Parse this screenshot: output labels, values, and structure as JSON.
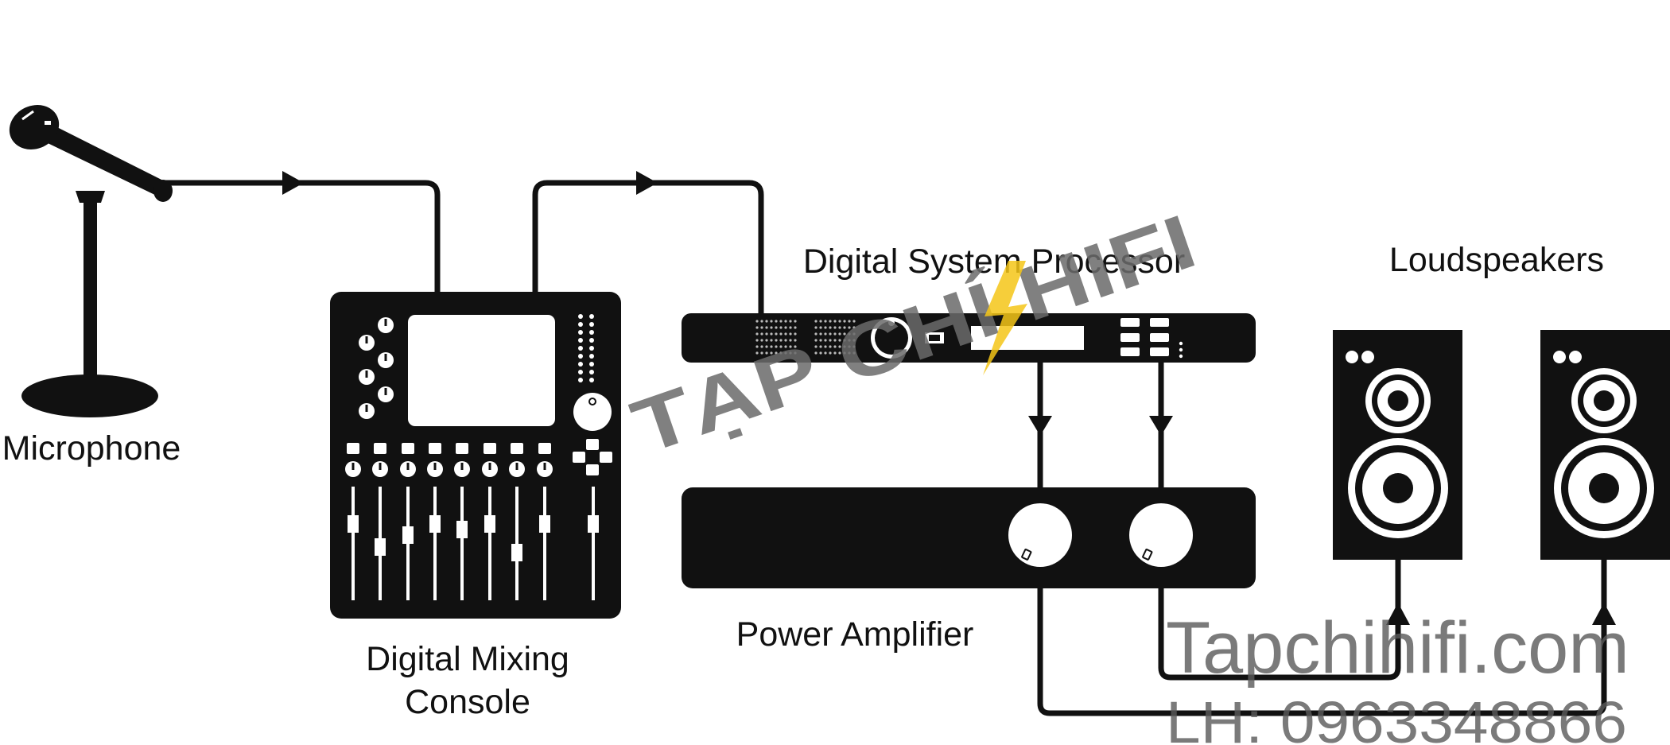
{
  "labels": {
    "microphone": "Microphone",
    "mixer_line1": "Digital Mixing",
    "mixer_line2": "Console",
    "processor": "Digital System Processor",
    "amplifier": "Power Amplifier",
    "loudspeakers": "Loudspeakers"
  },
  "watermark": {
    "brand": "TẠP CHÍ HIFI",
    "site": "Tapchihifi.com",
    "phone": "LH: 0963348866"
  },
  "colors": {
    "ink": "#111111",
    "watermark_gray": "#6b6b6b",
    "bolt_yellow": "#f5c518"
  }
}
